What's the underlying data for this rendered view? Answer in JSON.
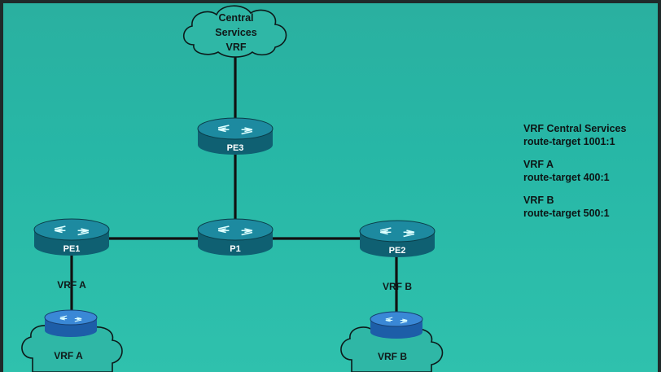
{
  "clouds": {
    "central": [
      "Central",
      "Services",
      "VRF"
    ],
    "vrf_a": "VRF A",
    "vrf_b": "VRF B"
  },
  "routers": {
    "pe3": "PE3",
    "pe1": "PE1",
    "p1": "P1",
    "pe2": "PE2"
  },
  "link_labels": {
    "pe1_ce": "VRF A",
    "pe2_ce": "VRF B"
  },
  "legend": [
    {
      "vrf": "VRF Central Services",
      "rt": "route-target 1001:1"
    },
    {
      "vrf": "VRF A",
      "rt": "route-target 400:1"
    },
    {
      "vrf": "VRF B",
      "rt": "route-target 500:1"
    }
  ],
  "colors": {
    "background": "#2ab0a0",
    "router_body": "#0f6072",
    "router_top": "#1d8aa0",
    "ce_router": "#2b74c4",
    "cloud_fill": "#2fb7a6",
    "link": "#111111"
  }
}
